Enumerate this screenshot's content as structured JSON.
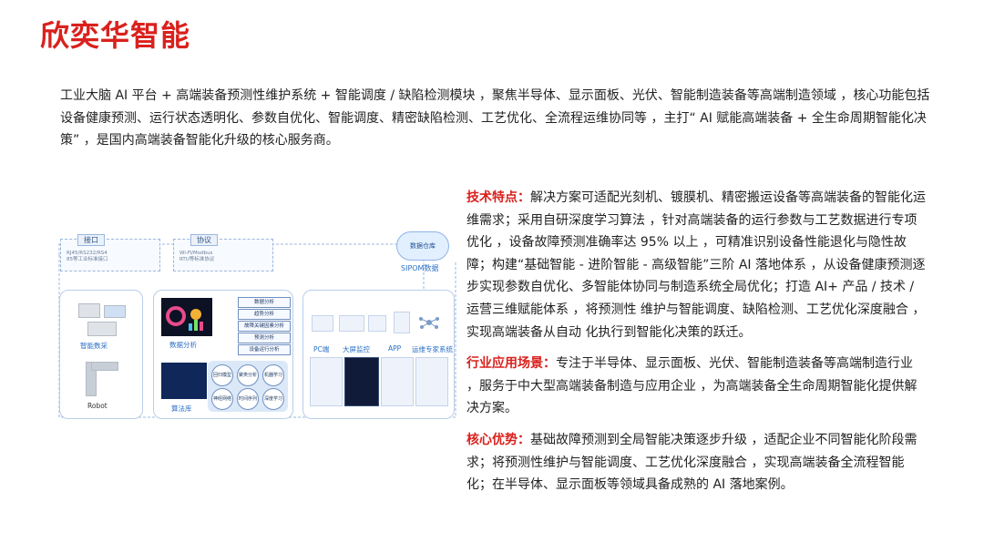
{
  "title": "欣奕华智能",
  "intro": "工业大脑 AI 平台 + 高端装备预测性维护系统 + 智能调度 / 缺陷检测模块 ，聚焦半导体、显示面板、光伏、智能制造装备等高端制造领域 ，核心功能包括设备健康预测、运行状态透明化、参数自优化、智能调度、精密缺陷检测、工艺优化、全流程运维协同等 ，主打“ AI 赋能高端装备 + 全生命周期智能化决策” ，是国内高端装备智能化升级的核心服务商。",
  "sections": [
    {
      "label": "技术特点：",
      "text": "解决方案可适配光刻机、镀膜机、精密搬运设备等高端装备的智能化运维需求；采用自研深度学习算法 ，针对高端装备的运行参数与工艺数据进行专项优化 ，设备故障预测准确率达 95%  以上 ，可精准识别设备性能退化与隐性故障；构建“基础智能 - 进阶智能 - 高级智能”三阶 AI 落地体系 ，从设备健康预测逐步实现参数自优化、多智能体协同与制造系统全局优化；打造 AI+ 产品 / 技术 / 运营三维赋能体系 ，将预测性 维护与智能调度、缺陷检测、工艺优化深度融合 ，实现高端装备从自动 化执行到智能化决策的跃迁。"
    },
    {
      "label": "行业应用场景：",
      "text": "专注于半导体、显示面板、光伏、智能制造装备等高端制造行业 ，服务于中大型高端装备制造与应用企业 ，为高端装备全生命周期智能化提供解决方案。"
    },
    {
      "label": "核心优势：",
      "text": "基础故障预测到全局智能决策逐步升级 ，适配企业不同智能化阶段需求；将预测性维护与智能调度、工艺优化深度融合 ，实现高端装备全流程智能化；在半导体、显示面板等领域具备成熟的 AI 落地案例。"
    }
  ],
  "diagram": {
    "top_boxes": [
      {
        "tag": "接口",
        "note1": "RJ45/RS232/RS4",
        "note2": "85等工业标准接口"
      },
      {
        "tag": "协议",
        "note1": "Wi-Fi/Modbus",
        "note2": "RTU等标准协议"
      }
    ],
    "cloud": "数据仓库",
    "sipom": "SIPOM数据",
    "left_labels": {
      "collect": "智能数采",
      "robot": "Robot"
    },
    "analysis_items": [
      "数据分析",
      "趋势分析",
      "故障关键因素分析",
      "预测分析",
      "设备运行分析"
    ],
    "analysis_label": "数据分析",
    "algo_label": "算法库",
    "algo_circles": [
      "回归模型",
      "聚类分析",
      "机器学习",
      "神经网络",
      "时间序列",
      "深度学习"
    ],
    "apps": [
      "PC端",
      "大屏监控",
      "APP",
      "运维专家系统"
    ]
  }
}
